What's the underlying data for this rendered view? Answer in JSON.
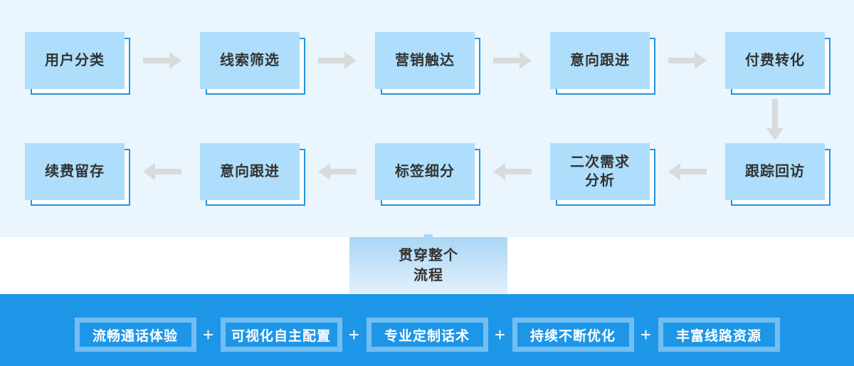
{
  "flow": {
    "row1": [
      {
        "label": "用户分类"
      },
      {
        "label": "线索筛选"
      },
      {
        "label": "营销触达"
      },
      {
        "label": "意向跟进"
      },
      {
        "label": "付费转化"
      }
    ],
    "row2": [
      {
        "label": "续费留存"
      },
      {
        "label": "意向跟进"
      },
      {
        "label": "标签细分"
      },
      {
        "label": "二次需求\n分析"
      },
      {
        "label": "跟踪回访"
      }
    ],
    "note": {
      "label": "贯穿整个\n流程"
    }
  },
  "features": {
    "separator": "+",
    "items": [
      {
        "label": "流畅通话体验"
      },
      {
        "label": "可视化自主配置"
      },
      {
        "label": "专业定制话术"
      },
      {
        "label": "持续不断优化"
      },
      {
        "label": "丰富线路资源"
      }
    ]
  },
  "colors": {
    "section_bg": "#eaf5fe",
    "box_fill": "#aedefb",
    "box_outline": "#2196e3",
    "arrow": "#d9dadb",
    "text": "#333333",
    "bar_bg": "#1e96e8",
    "note_gradient_top": "#a9d6f5",
    "note_gradient_bottom": "#e4f1fb"
  }
}
